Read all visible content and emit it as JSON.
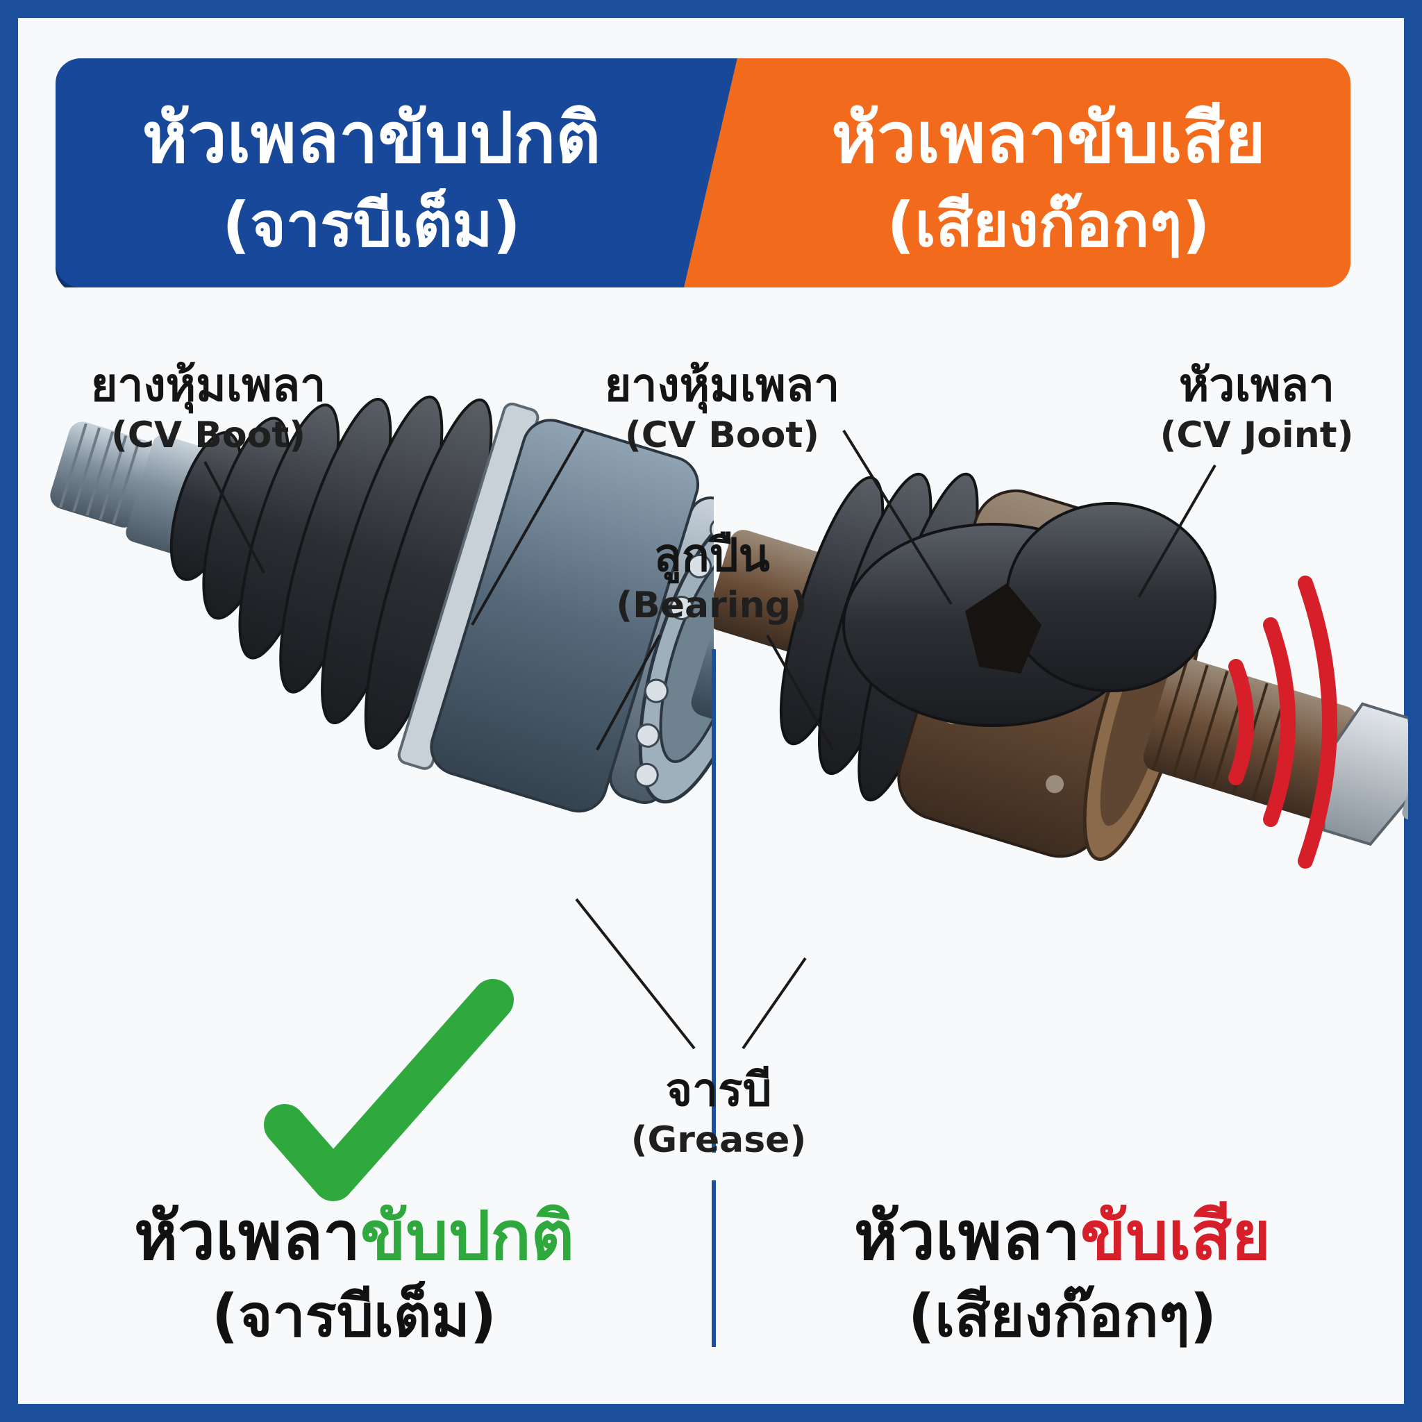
{
  "header": {
    "normal_line1": "หัวเพลาขับปกติ",
    "normal_line2": "(จารบีเต็ม)",
    "bad_line1": "หัวเพลาขับเสีย",
    "bad_line2": "(เสียงก๊อกๆ)"
  },
  "labels": {
    "boot_left_th": "ยางหุ้มเพลา",
    "boot_left_en": "(CV Boot)",
    "boot_mid_th": "ยางหุ้มเพลา",
    "boot_mid_en": "(CV Boot)",
    "joint_th": "หัวเพลา",
    "joint_en": "(CV Joint)",
    "bearing_th": "ลูกปืน",
    "bearing_en": "(Bearing)",
    "grease_th": "จารบี",
    "grease_en": "(Grease)"
  },
  "footer": {
    "normal_prefix": "หัวเพลา",
    "normal_accent": "ขับปกติ",
    "normal_line2": "(จารบีเต็ม)",
    "bad_prefix": "หัวเพลา",
    "bad_accent": "ขับเสีย",
    "bad_line2": "(เสียงก๊อกๆ)"
  },
  "colors": {
    "brand_blue": "#17489a",
    "brand_orange": "#f26b1d",
    "check_green": "#2fa83e",
    "warning_red": "#d71f2a"
  },
  "icons": [
    "check-icon",
    "sound-wave-icon"
  ]
}
